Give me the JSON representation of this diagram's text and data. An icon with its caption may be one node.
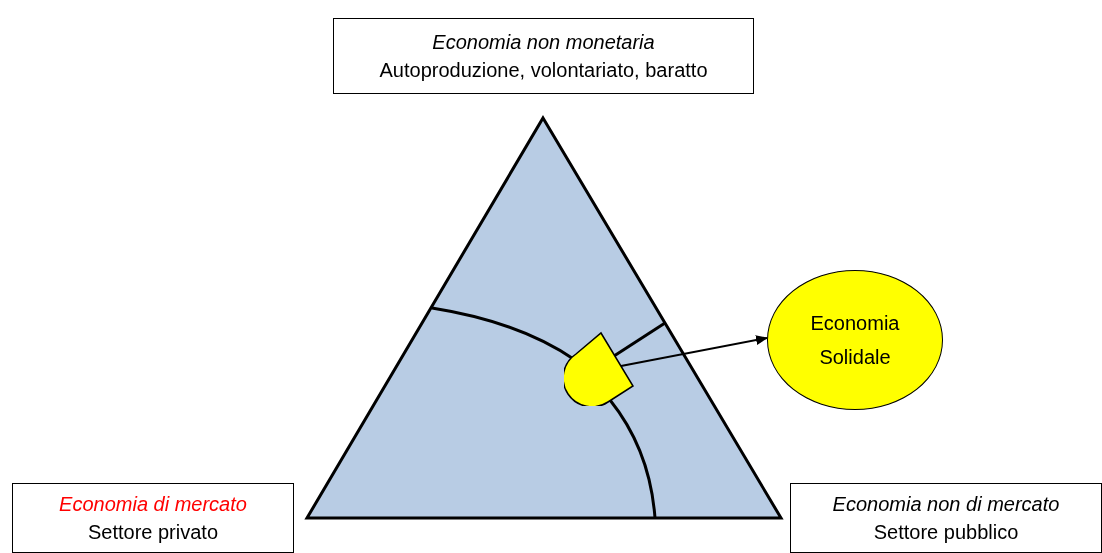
{
  "diagram": {
    "nodes": [
      {
        "text": [
          "Economia non monetaria",
          "Autoproduzione, volontariato, baratto"
        ]
      },
      {
        "text": [
          "Economia di mercato",
          "Settore privato"
        ]
      },
      {
        "text": [
          "Economia non di mercato",
          "Settore pubblico"
        ]
      },
      {
        "text": [],
        "shape": "box"
      },
      {
        "text": [
          "Economia Solidale"
        ]
      }
    ],
    "edges": [
      {
        "from": 3,
        "to": 4,
        "arrow": "to"
      }
    ]
  }
}
